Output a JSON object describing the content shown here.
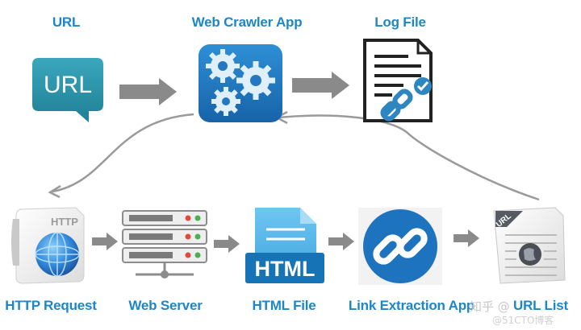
{
  "top_row": {
    "url": {
      "label": "URL",
      "icon_text": "URL"
    },
    "crawler": {
      "label": "Web Crawler App"
    },
    "log": {
      "label": "Log File"
    }
  },
  "bottom_row": {
    "http_request": {
      "label": "HTTP Request",
      "icon_text": "HTTP"
    },
    "web_server": {
      "label": "Web Server"
    },
    "html_file": {
      "label": "HTML File",
      "icon_text": "HTML"
    },
    "link_extraction": {
      "label": "Link Extraction App"
    },
    "url_list": {
      "label": "URL List",
      "icon_text": "URL"
    }
  },
  "watermark": {
    "line1": "知乎 @",
    "line2": "@51CTO博客"
  },
  "colors": {
    "label_blue": "#1d86c8",
    "arrow_gray": "#8a8a8a",
    "icon_blue": "#1e73be",
    "teal": "#2c8a9f"
  }
}
